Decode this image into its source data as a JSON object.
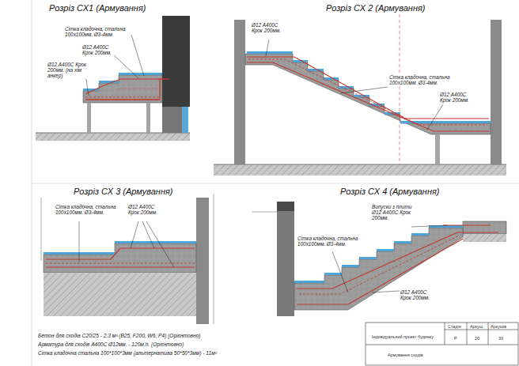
{
  "diagram": {
    "labels": [
      "Розріз СХ1 (Армування)",
      "Сітка кладочна, стальна 100x100мм. Ø3-4мм.",
      "Ø12 А400С Крок 200мм.",
      "Ø12 А400С Крок 200мм. (на хім анкер)",
      "Розріз СХ 2 (Армування)",
      "Ø12 А400С Крок 200мм.",
      "Сітка кладочна, стальна 100x100мм. Ø3-4мм.",
      "Ø12 А400С Крок 200мм.",
      "Розріз СХ 3 (Армування)",
      "Сітка кладочна, стальна 100x100мм. Ø3-4мм.",
      "Ø12 А400С Крок 200мм.",
      "Розріз СХ 4 (Армування)",
      "Випуски з плити Ø12 А400С Крок 200мм.",
      "Сітка кладочна, стальна 100x100мм. Ø3-4мм.",
      "Ø12 А400С Крок 200мм.",
      "Бетон для сходів С20/25 - 2,3 м³ (В25, F200, W6, P4) (Орієнтовно)",
      "Арматура для сходів А400С Ø12мм. - 120м.п. (Орієнтовно)",
      "Сітка кладочна стальна 100*100*3мм (альтернатива 50*50*3мм) - 11м²",
      "Індивідуальний проект будинку",
      "Армування сходів",
      "Стадія",
      "Аркуш",
      "Аркушів",
      "Р",
      "20",
      "39"
    ]
  }
}
